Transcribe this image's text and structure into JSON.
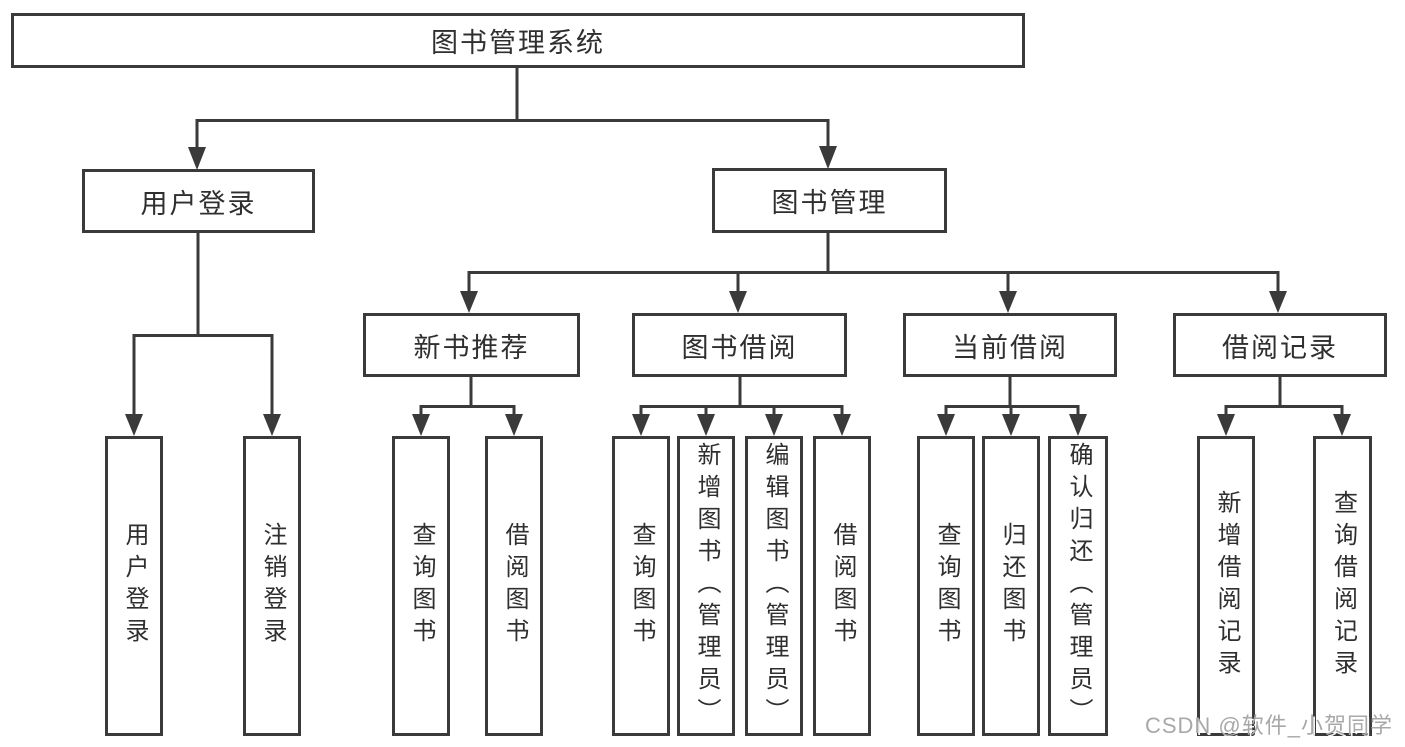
{
  "diagram": {
    "type": "tree",
    "root": {
      "label": "图书管理系统"
    },
    "level2": [
      {
        "label": "用户登录"
      },
      {
        "label": "图书管理"
      }
    ],
    "level3": [
      {
        "label": "新书推荐",
        "parent": "图书管理"
      },
      {
        "label": "图书借阅",
        "parent": "图书管理"
      },
      {
        "label": "当前借阅",
        "parent": "图书管理"
      },
      {
        "label": "借阅记录",
        "parent": "图书管理"
      }
    ],
    "leaves": [
      {
        "label": "用户登录",
        "parent": "用户登录"
      },
      {
        "label": "注销登录",
        "parent": "用户登录"
      },
      {
        "label": "查询图书",
        "parent": "新书推荐"
      },
      {
        "label": "借阅图书",
        "parent": "新书推荐"
      },
      {
        "label": "查询图书",
        "parent": "图书借阅"
      },
      {
        "label": "新增图书（管理员）",
        "parent": "图书借阅"
      },
      {
        "label": "编辑图书（管理员）",
        "parent": "图书借阅"
      },
      {
        "label": "借阅图书",
        "parent": "图书借阅"
      },
      {
        "label": "查询图书",
        "parent": "当前借阅"
      },
      {
        "label": "归还图书",
        "parent": "当前借阅"
      },
      {
        "label": "确认归还（管理员）",
        "parent": "当前借阅"
      },
      {
        "label": "新增借阅记录",
        "parent": "借阅记录"
      },
      {
        "label": "查询借阅记录",
        "parent": "借阅记录"
      }
    ]
  },
  "watermark": "CSDN @软件_小贺同学",
  "colors": {
    "line": "#3a3a3a",
    "text": "#2f2f2f",
    "watermark": "#a8a8a8",
    "background": "#ffffff"
  }
}
